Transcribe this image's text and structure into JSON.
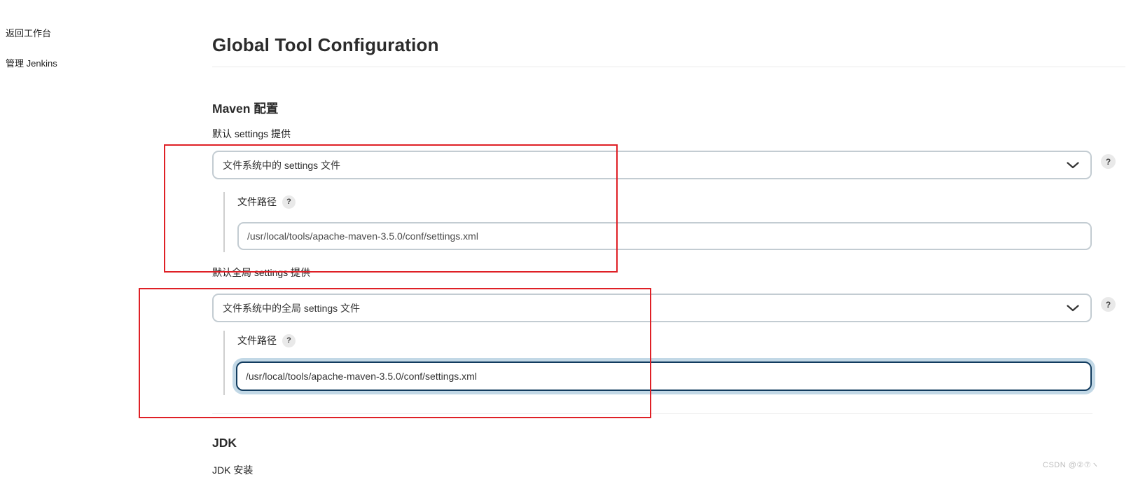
{
  "sidebar": {
    "back_label": "返回工作台",
    "manage_label": "管理 Jenkins"
  },
  "page": {
    "title": "Global Tool Configuration"
  },
  "maven": {
    "heading": "Maven 配置",
    "default_settings": {
      "label": "默认 settings 提供",
      "selected_option": "文件系统中的 settings 文件",
      "file_path_label": "文件路径",
      "file_path_value": "/usr/local/tools/apache-maven-3.5.0/conf/settings.xml"
    },
    "global_settings": {
      "label": "默认全局 settings 提供",
      "selected_option": "文件系统中的全局 settings 文件",
      "file_path_label": "文件路径",
      "file_path_value": "/usr/local/tools/apache-maven-3.5.0/conf/settings.xml",
      "file_path_focused": true
    }
  },
  "jdk": {
    "heading": "JDK",
    "install_label": "JDK 安装"
  },
  "annotations": {
    "rectangle_color": "#df2026",
    "count": 2
  },
  "icons": {
    "help": "?",
    "chevron": "chevron-down"
  },
  "colors": {
    "control_border": "#c3ccd2",
    "focus_border": "#123c5f",
    "focus_glow": "#c2d8e6",
    "divider": "#e9e9e9"
  },
  "watermark": {
    "text": "CSDN @②⑦ヽ"
  }
}
